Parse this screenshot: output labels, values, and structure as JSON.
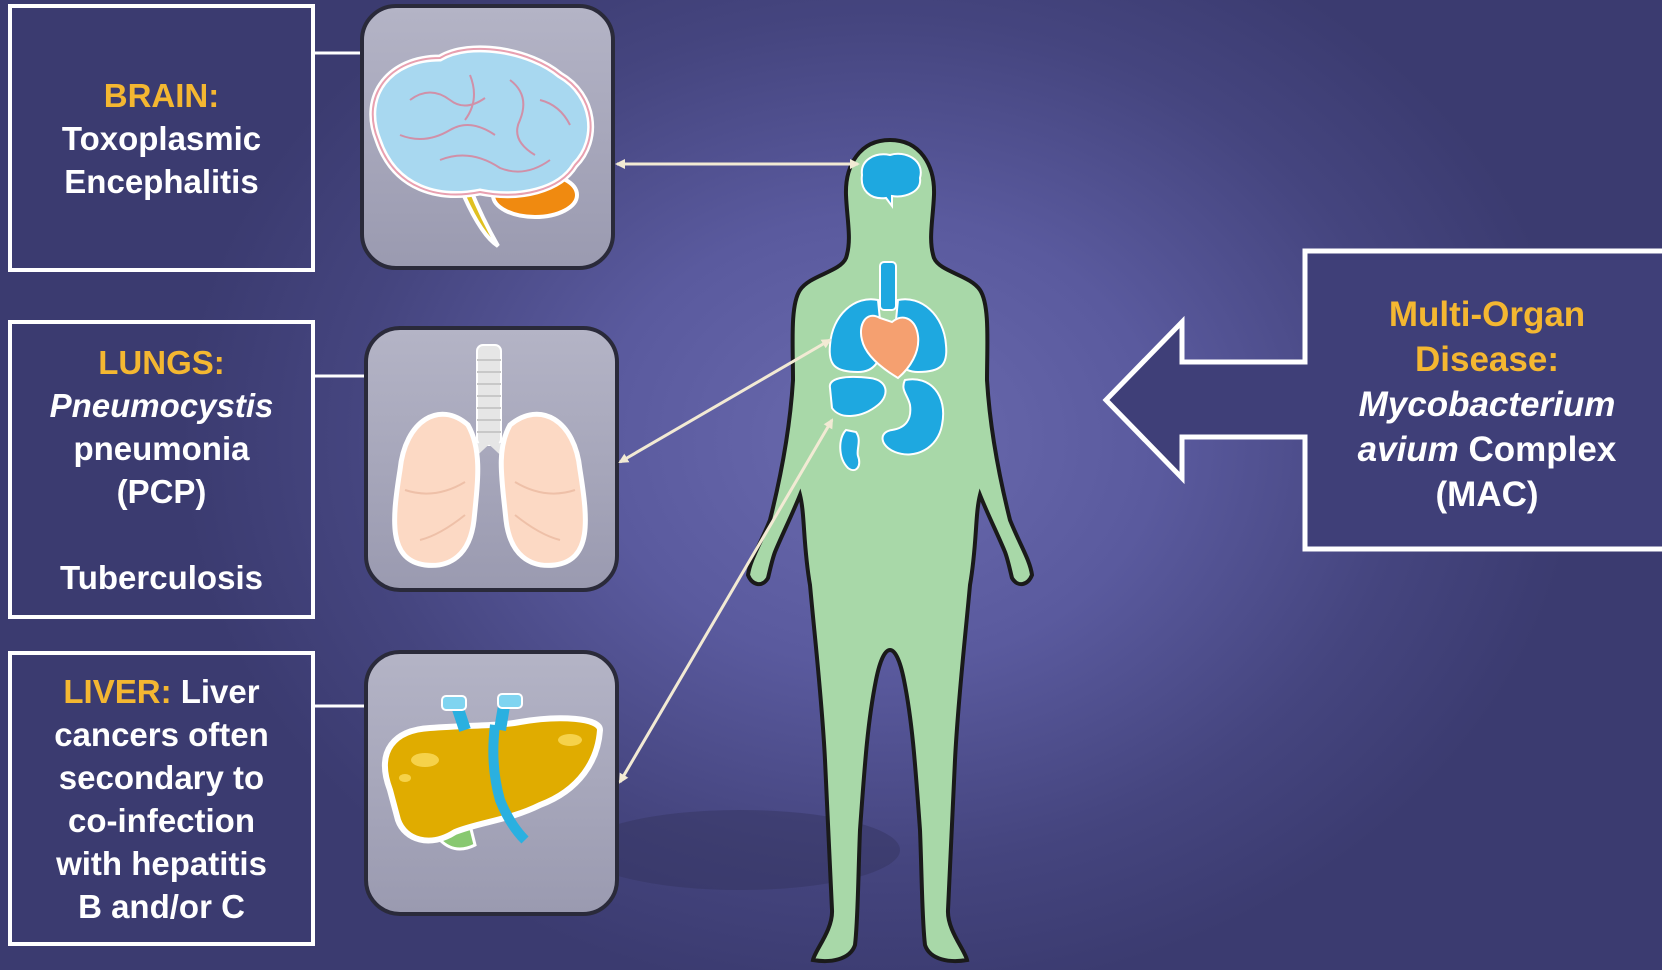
{
  "brain": {
    "label": "BRAIN:",
    "line1": "Toxoplasmic",
    "line2": "Encephalitis"
  },
  "lungs": {
    "label": "LUNGS:",
    "line1_italic": "Pneumocystis",
    "line2": "pneumonia",
    "line3": "(PCP)",
    "line4": "Tuberculosis"
  },
  "liver": {
    "label": "LIVER:",
    "label_rest": " Liver",
    "line2": "cancers often",
    "line3": "secondary to",
    "line4": "co-infection",
    "line5": "with hepatitis",
    "line6": "B and/or C"
  },
  "mac": {
    "line1": "Multi-Organ",
    "line2": "Disease:",
    "line3_italic": "Mycobacterium",
    "line4_italic": "avium",
    "line4_rest": " Complex",
    "line5": "(MAC)"
  },
  "colors": {
    "highlight": "#f4b731",
    "body": "#a8d8a8",
    "organ": "#0aa6e0",
    "heart": "#f5a070",
    "liver": "#e0ac00",
    "panel": "#a0a0b4"
  }
}
